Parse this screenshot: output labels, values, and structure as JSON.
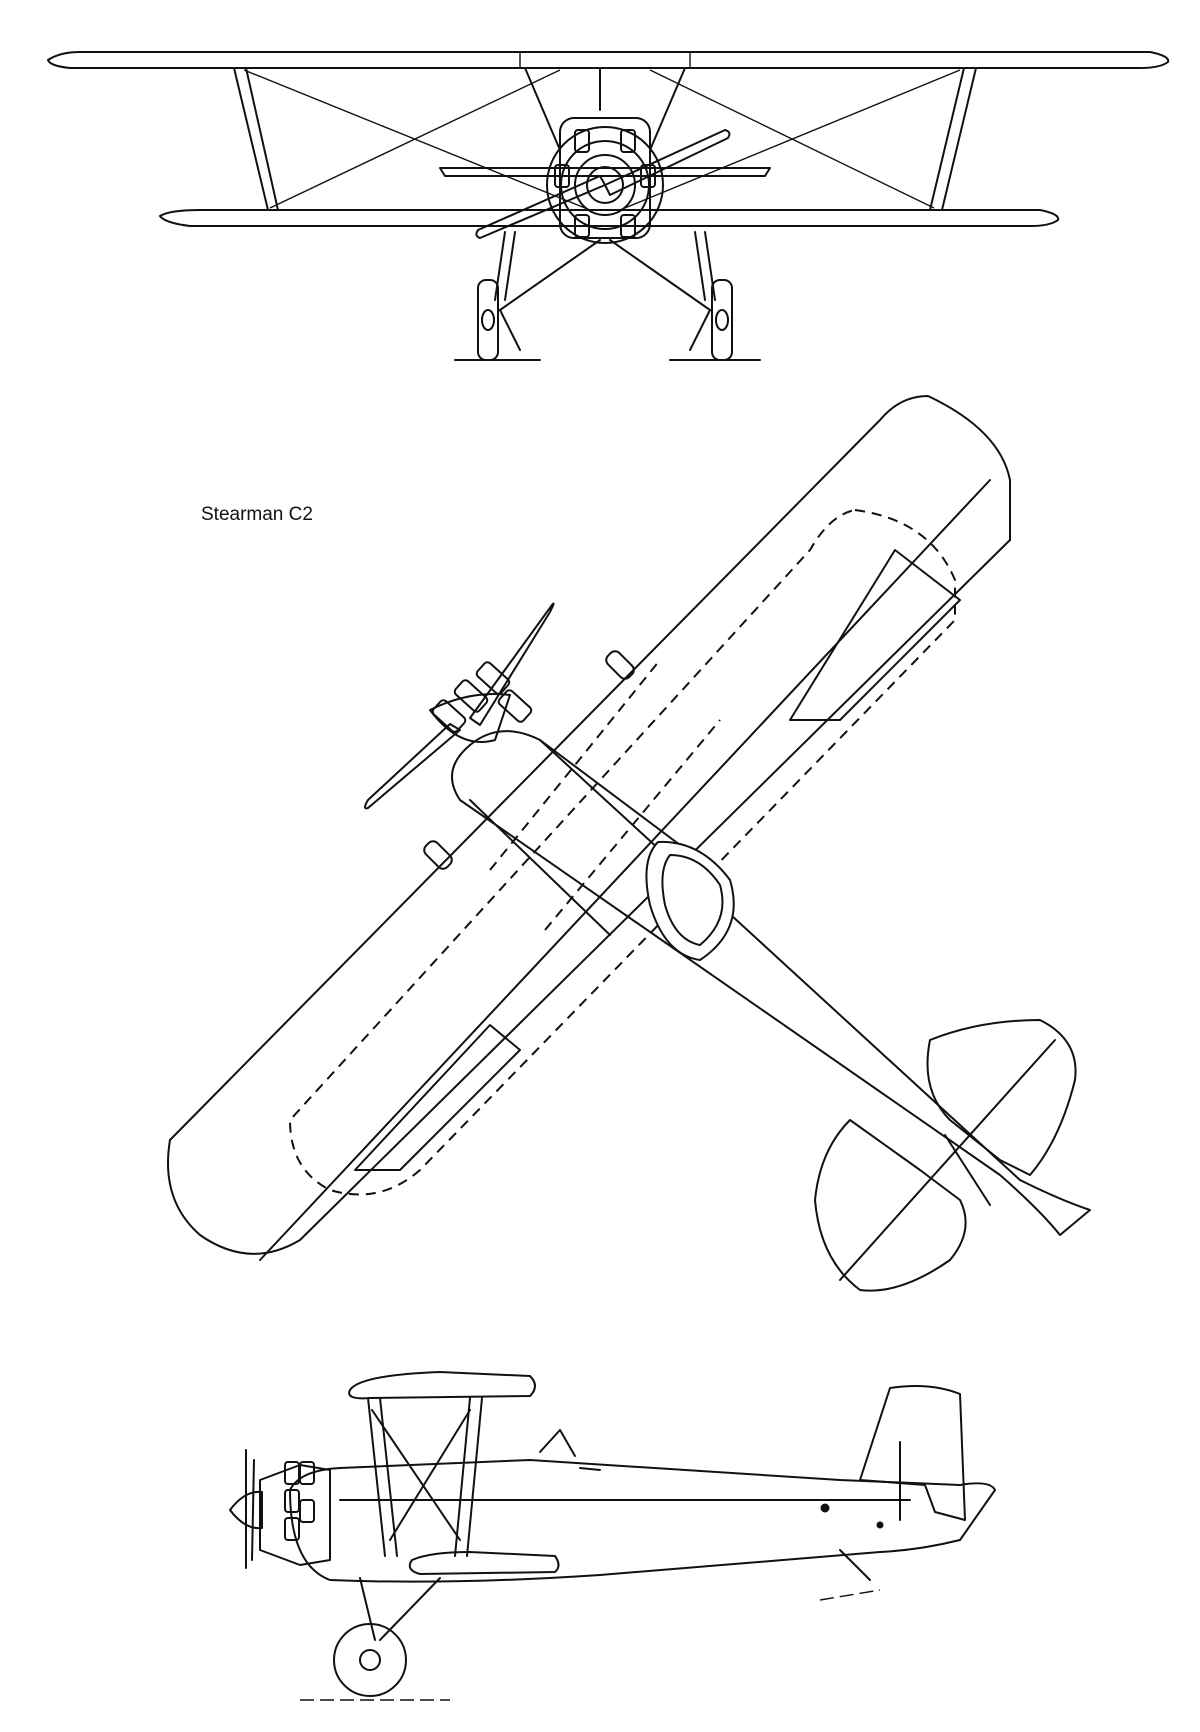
{
  "drawing": {
    "caption": "Stearman C2",
    "views": [
      "front-view",
      "plan-view",
      "side-view"
    ]
  }
}
